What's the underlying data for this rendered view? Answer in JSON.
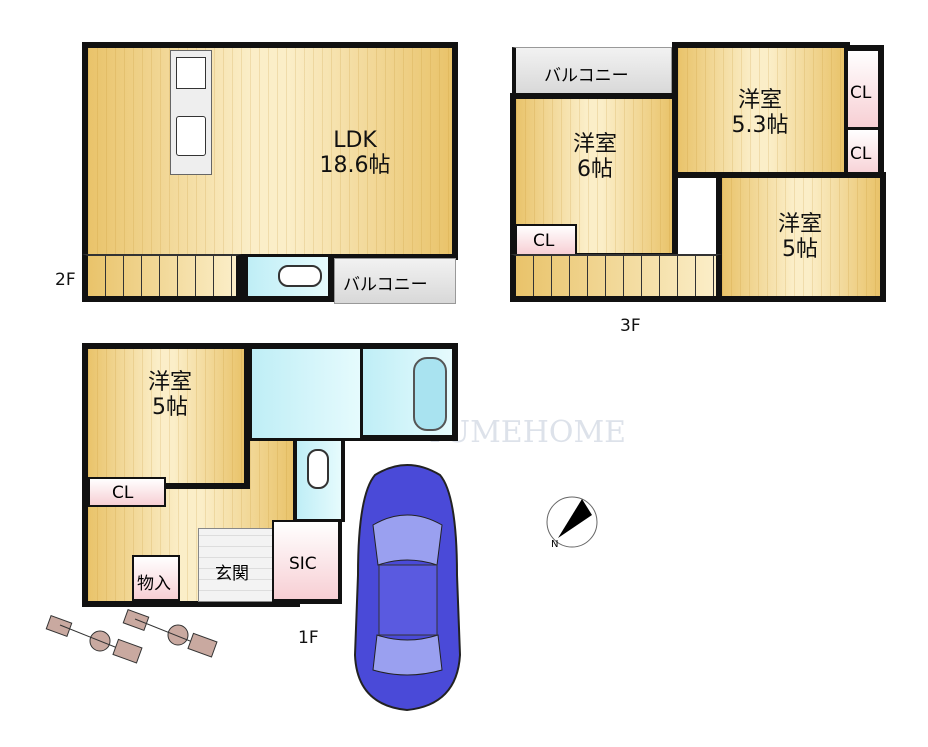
{
  "watermark": "YUMEHOME",
  "floor2": {
    "label": "2F",
    "ldk_name": "LDK",
    "ldk_size": "18.6帖",
    "balcony": "バルコニー"
  },
  "floor3": {
    "label": "3F",
    "balcony": "バルコニー",
    "room_a_name": "洋室",
    "room_a_size": "6帖",
    "room_b_name": "洋室",
    "room_b_size": "5.3帖",
    "room_c_name": "洋室",
    "room_c_size": "5帖",
    "closet": "CL"
  },
  "floor1": {
    "label": "1F",
    "room_name": "洋室",
    "room_size": "5帖",
    "closet": "CL",
    "storage": "物入",
    "entrance": "玄関",
    "sic": "SIC"
  },
  "compass": {
    "north": "N"
  },
  "colors": {
    "wall": "#111111",
    "wood": "#e9c36a",
    "wet": "#bfeef6",
    "closet": "#f7cfd4",
    "car": "#4a4ad8"
  }
}
